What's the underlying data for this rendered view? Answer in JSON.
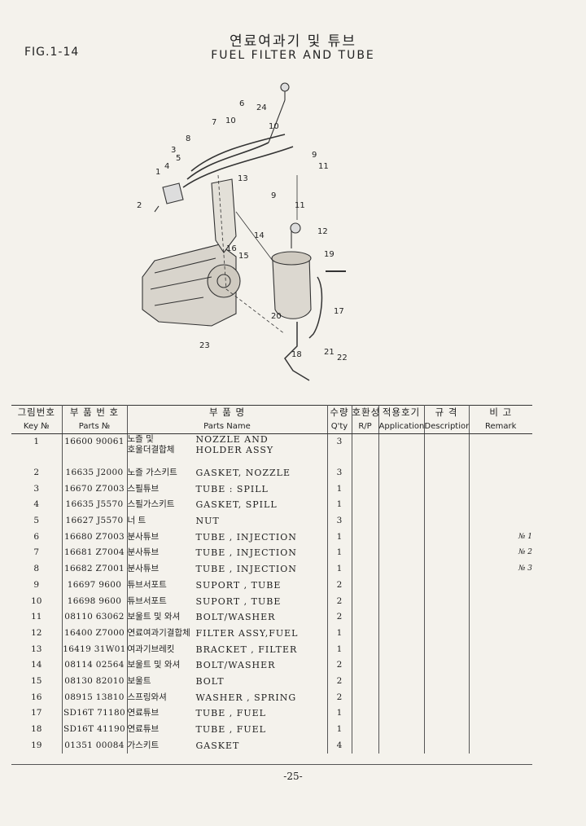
{
  "figure": {
    "label": "FIG.1-14",
    "title_ko": "연료여과기 및 튜브",
    "title_en": "FUEL FILTER AND TUBE",
    "callouts": [
      "1",
      "2",
      "3",
      "4",
      "5",
      "6",
      "7",
      "8",
      "9",
      "9",
      "10",
      "10",
      "11",
      "11",
      "12",
      "13",
      "14",
      "15",
      "16",
      "17",
      "18",
      "19",
      "20",
      "21",
      "22",
      "23",
      "24"
    ]
  },
  "table": {
    "headers": {
      "key_ko": "그림번호",
      "key_en": "Key №",
      "parts_no_ko": "부 품 번 호",
      "parts_no_en": "Parts №",
      "parts_name_ko": "부 품 명",
      "parts_name_en": "Parts Name",
      "qty_ko": "수량",
      "qty_en": "Q'ty",
      "rp_ko": "호환성",
      "rp_en": "R/P",
      "app_ko": "적용호기",
      "app_en": "Application",
      "desc_ko": "규 격",
      "desc_en": "Description",
      "remark_ko": "비 고",
      "remark_en": "Remark"
    },
    "rows": [
      {
        "key": "1",
        "part_no": "16600 90061",
        "name_ko": "노즐 및",
        "name_ko2": "호울더결합체",
        "name_en": "NOZZLE AND",
        "name_en2": "HOLDER ASSY",
        "qty": "3",
        "remark": ""
      },
      {
        "key": "2",
        "part_no": "16635 J2000",
        "name_ko": "노즐 가스키트",
        "name_en": "GASKET, NOZZLE",
        "qty": "3",
        "remark": ""
      },
      {
        "key": "3",
        "part_no": "16670 Z7003",
        "name_ko": "스필튜브",
        "name_en": "TUBE : SPILL",
        "qty": "1",
        "remark": ""
      },
      {
        "key": "4",
        "part_no": "16635 J5570",
        "name_ko": "스필가스키트",
        "name_en": "GASKET, SPILL",
        "qty": "1",
        "remark": ""
      },
      {
        "key": "5",
        "part_no": "16627 J5570",
        "name_ko": "너 트",
        "name_en": "NUT",
        "qty": "3",
        "remark": ""
      },
      {
        "key": "6",
        "part_no": "16680 Z7003",
        "name_ko": "분사튜브",
        "name_en": "TUBE , INJECTION",
        "qty": "1",
        "remark": "№ 1"
      },
      {
        "key": "7",
        "part_no": "16681 Z7004",
        "name_ko": "분사튜브",
        "name_en": "TUBE , INJECTION",
        "qty": "1",
        "remark": "№ 2"
      },
      {
        "key": "8",
        "part_no": "16682 Z7001",
        "name_ko": "분사튜브",
        "name_en": "TUBE , INJECTION",
        "qty": "1",
        "remark": "№ 3"
      },
      {
        "key": "9",
        "part_no": "16697 9600",
        "name_ko": "튜브서포트",
        "name_en": "SUPORT , TUBE",
        "qty": "2",
        "remark": ""
      },
      {
        "key": "10",
        "part_no": "16698 9600",
        "name_ko": "튜브서포트",
        "name_en": "SUPORT , TUBE",
        "qty": "2",
        "remark": ""
      },
      {
        "key": "11",
        "part_no": "08110 63062",
        "name_ko": "보울트 및 와셔",
        "name_en": "BOLT/WASHER",
        "qty": "2",
        "remark": ""
      },
      {
        "key": "12",
        "part_no": "16400 Z7000",
        "name_ko": "연료여과기결합체",
        "name_en": "FILTER ASSY,FUEL",
        "qty": "1",
        "remark": ""
      },
      {
        "key": "13",
        "part_no": "16419 31W01",
        "name_ko": "여과기브레킷",
        "name_en": "BRACKET , FILTER",
        "qty": "1",
        "remark": ""
      },
      {
        "key": "14",
        "part_no": "08114 02564",
        "name_ko": "보울트 및 와셔",
        "name_en": "BOLT/WASHER",
        "qty": "2",
        "remark": ""
      },
      {
        "key": "15",
        "part_no": "08130 82010",
        "name_ko": "보울트",
        "name_en": "BOLT",
        "qty": "2",
        "remark": ""
      },
      {
        "key": "16",
        "part_no": "08915 13810",
        "name_ko": "스프링와셔",
        "name_en": "WASHER , SPRING",
        "qty": "2",
        "remark": ""
      },
      {
        "key": "17",
        "part_no": "SD16T 71180",
        "name_ko": "연료튜브",
        "name_en": "TUBE , FUEL",
        "qty": "1",
        "remark": ""
      },
      {
        "key": "18",
        "part_no": "SD16T 41190",
        "name_ko": "연료튜브",
        "name_en": "TUBE , FUEL",
        "qty": "1",
        "remark": ""
      },
      {
        "key": "19",
        "part_no": "01351 00084",
        "name_ko": "가스키트",
        "name_en": "GASKET",
        "qty": "4",
        "remark": ""
      }
    ]
  },
  "page_number": "-25-"
}
